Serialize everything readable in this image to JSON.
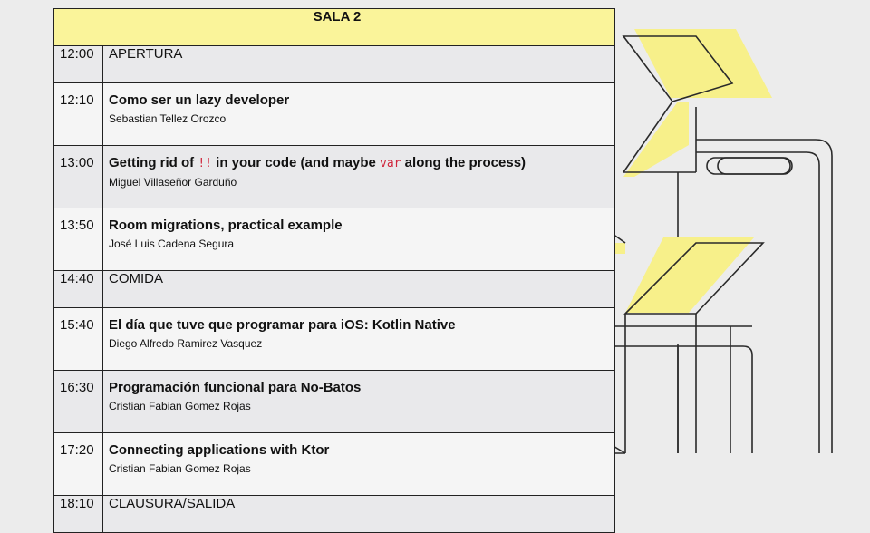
{
  "header": {
    "room": "SALA 2"
  },
  "rows": [
    {
      "time": "12:00",
      "title": "APERTURA"
    },
    {
      "time": "12:10",
      "title": "Como ser un lazy developer",
      "speaker": "Sebastian Tellez  Orozco"
    },
    {
      "time": "13:00",
      "title_parts": [
        "Getting rid of ",
        "!!",
        " in your code (and maybe ",
        "var",
        " along the process)"
      ],
      "speaker": "Miguel Villaseñor Garduño"
    },
    {
      "time": "13:50",
      "title": "Room migrations, practical example",
      "speaker": "José Luis Cadena Segura"
    },
    {
      "time": "14:40",
      "title": "COMIDA"
    },
    {
      "time": "15:40",
      "title": "El día que tuve que programar para iOS: Kotlin Native",
      "speaker": "Diego Alfredo Ramirez Vasquez"
    },
    {
      "time": "16:30",
      "title": "Programación funcional para No-Batos",
      "speaker": "Cristian Fabian Gomez Rojas"
    },
    {
      "time": "17:20",
      "title": "Connecting applications with Ktor",
      "speaker": "Cristian Fabian Gomez Rojas"
    },
    {
      "time": "18:10",
      "title": "CLAUSURA/SALIDA"
    }
  ],
  "colors": {
    "highlight": "#faf49a",
    "code_red": "#d0263c",
    "row_gray": "#e9e9eb",
    "row_white": "#f5f5f5"
  }
}
